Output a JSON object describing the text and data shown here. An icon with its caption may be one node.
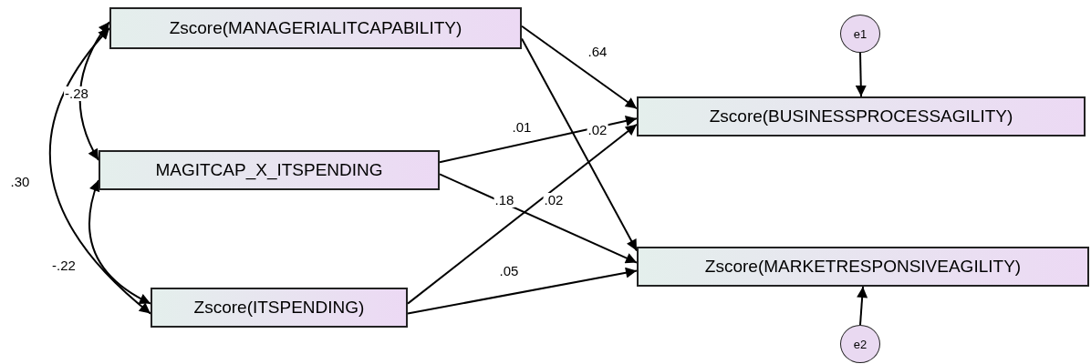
{
  "diagram": {
    "nodes": [
      {
        "text": [
          "Zscore(MANAGERIALITCAPABILITY)"
        ]
      },
      {
        "text": [
          "MAGITCAP_X_ITSPENDING"
        ]
      },
      {
        "text": [
          "Zscore(ITSPENDING)"
        ]
      },
      {
        "text": [
          "Zscore(BUSINESSPROCESSAGILITY)"
        ]
      },
      {
        "text": [
          "Zscore(MARKETRESPONSIVEAGILITY)"
        ]
      },
      {
        "text": [
          "e1"
        ]
      },
      {
        "text": [
          "e2"
        ]
      }
    ],
    "edges": [
      {
        "from": 0,
        "to": 3,
        "arrow": "to",
        "label": ".64"
      },
      {
        "from": 0,
        "to": 4,
        "arrow": "to",
        "label": ".02"
      },
      {
        "from": 1,
        "to": 3,
        "arrow": "to",
        "label": ".01"
      },
      {
        "from": 1,
        "to": 4,
        "arrow": "to",
        "label": ".18"
      },
      {
        "from": 2,
        "to": 3,
        "arrow": "to",
        "label": ".02"
      },
      {
        "from": 2,
        "to": 4,
        "arrow": "to",
        "label": ".05"
      },
      {
        "from": 0,
        "to": 1,
        "arrow": "both",
        "label": "-.28"
      },
      {
        "from": 1,
        "to": 2,
        "arrow": "both",
        "label": "-.22"
      },
      {
        "from": 0,
        "to": 2,
        "arrow": "both",
        "label": ".30"
      },
      {
        "from": 5,
        "to": 3,
        "arrow": "to"
      },
      {
        "from": 6,
        "to": 4,
        "arrow": "to"
      }
    ]
  }
}
